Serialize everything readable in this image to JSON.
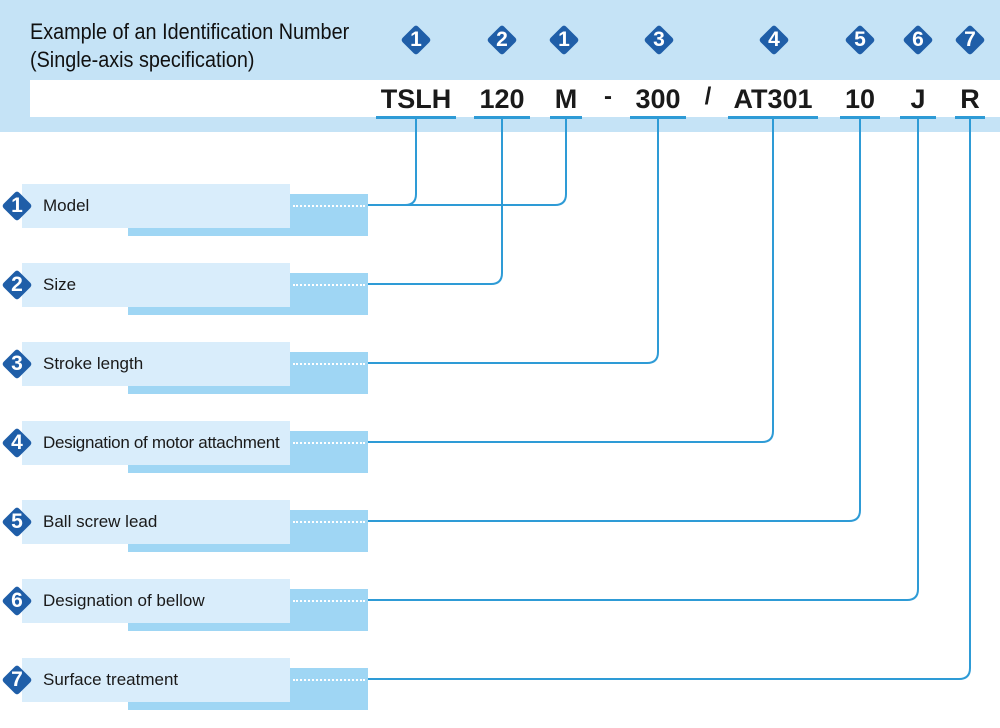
{
  "title": {
    "line1": "Example of an Identification Number",
    "line2": "(Single-axis specification)"
  },
  "identification_code": [
    {
      "text": "TSLH",
      "marker": "1"
    },
    {
      "text": "120",
      "marker": "2"
    },
    {
      "text": "M",
      "marker": "1"
    },
    {
      "text": "300",
      "marker": "3"
    },
    {
      "text": "AT301",
      "marker": "4"
    },
    {
      "text": "10",
      "marker": "5"
    },
    {
      "text": "J",
      "marker": "6"
    },
    {
      "text": "R",
      "marker": "7"
    }
  ],
  "separators": [
    "-",
    "/"
  ],
  "fields": [
    {
      "number": "1",
      "label": "Model"
    },
    {
      "number": "2",
      "label": "Size"
    },
    {
      "number": "3",
      "label": "Stroke length"
    },
    {
      "number": "4",
      "label": "Designation of motor attachment"
    },
    {
      "number": "5",
      "label": "Ball screw lead"
    },
    {
      "number": "6",
      "label": "Designation of bellow"
    },
    {
      "number": "7",
      "label": "Surface treatment"
    }
  ],
  "colors": {
    "header_band": "#c5e3f6",
    "marker": "#1f5ea8",
    "underline": "#2e9bd6",
    "label_panel": "#d9edfb",
    "label_shadow": "#9fd6f4",
    "connector": "#2e9bd6"
  }
}
